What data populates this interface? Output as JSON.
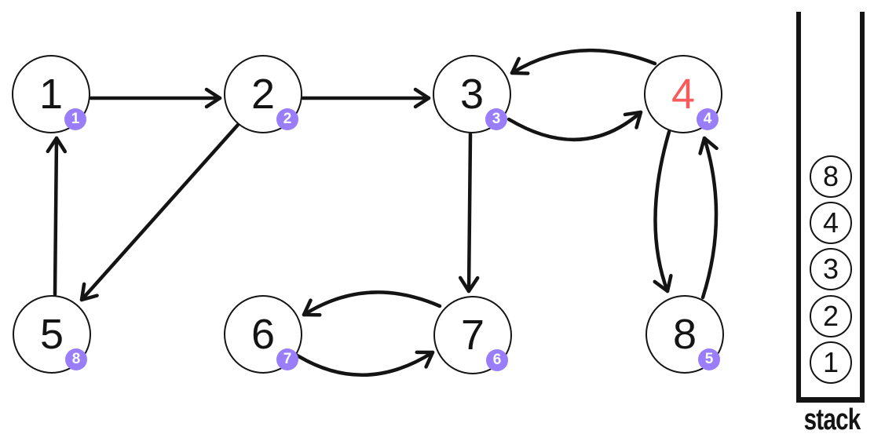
{
  "graph": {
    "nodes": [
      {
        "id": "1",
        "label": "1",
        "order_badge": "1",
        "highlighted": false
      },
      {
        "id": "2",
        "label": "2",
        "order_badge": "2",
        "highlighted": false
      },
      {
        "id": "3",
        "label": "3",
        "order_badge": "3",
        "highlighted": false
      },
      {
        "id": "4",
        "label": "4",
        "order_badge": "4",
        "highlighted": true
      },
      {
        "id": "5",
        "label": "5",
        "order_badge": "8",
        "highlighted": false
      },
      {
        "id": "6",
        "label": "6",
        "order_badge": "7",
        "highlighted": false
      },
      {
        "id": "7",
        "label": "7",
        "order_badge": "6",
        "highlighted": false
      },
      {
        "id": "8",
        "label": "8",
        "order_badge": "5",
        "highlighted": false
      }
    ],
    "edges": [
      {
        "from": "1",
        "to": "2"
      },
      {
        "from": "2",
        "to": "3"
      },
      {
        "from": "2",
        "to": "5"
      },
      {
        "from": "5",
        "to": "1"
      },
      {
        "from": "3",
        "to": "7"
      },
      {
        "from": "4",
        "to": "3"
      },
      {
        "from": "3",
        "to": "4"
      },
      {
        "from": "7",
        "to": "6"
      },
      {
        "from": "6",
        "to": "7"
      },
      {
        "from": "4",
        "to": "8"
      },
      {
        "from": "8",
        "to": "4"
      }
    ],
    "colors": {
      "node_stroke": "#141414",
      "node_text": "#141414",
      "edge": "#141414",
      "badge_bg": "#9a7df8",
      "badge_text": "#ffffff",
      "highlight_text": "#f65c5c"
    }
  },
  "stack_panel": {
    "label": "stack",
    "items_top_to_bottom": [
      "8",
      "4",
      "3",
      "2",
      "1"
    ]
  }
}
